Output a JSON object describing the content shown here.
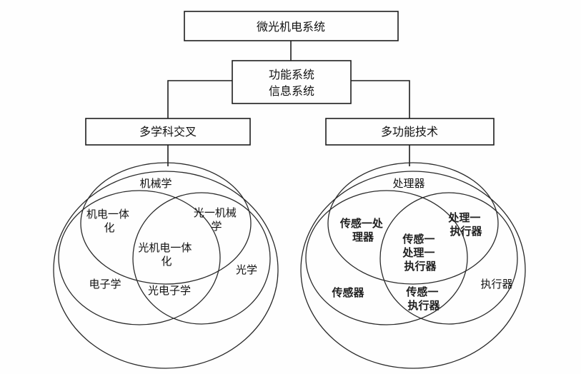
{
  "diagram": {
    "title": "微光机电系统",
    "line_color": "#1d1d1d",
    "background": "#fefefe"
  },
  "boxes": {
    "root": "微光机电系统",
    "middle_line1": "功能系统",
    "middle_line2": "信息系统",
    "left_branch": "多学科交叉",
    "right_branch": "多功能技术"
  },
  "left_venn": {
    "top": "机械学",
    "top_left_overlap": [
      "机电一体",
      "化"
    ],
    "top_right_overlap": [
      "光一机械",
      "学"
    ],
    "center": [
      "光机电一体",
      "化"
    ],
    "left": "电子学",
    "right": "光学",
    "bottom_overlap": "光电子学"
  },
  "right_venn": {
    "top": "处理器",
    "top_left_overlap": [
      "传感一处",
      "理器"
    ],
    "top_right_overlap": [
      "处理一",
      "执行器"
    ],
    "center": [
      "传感一",
      "处理一",
      "执行器"
    ],
    "left": "传感器",
    "right": "执行器",
    "bottom_overlap": [
      "传感一",
      "执行器"
    ]
  }
}
